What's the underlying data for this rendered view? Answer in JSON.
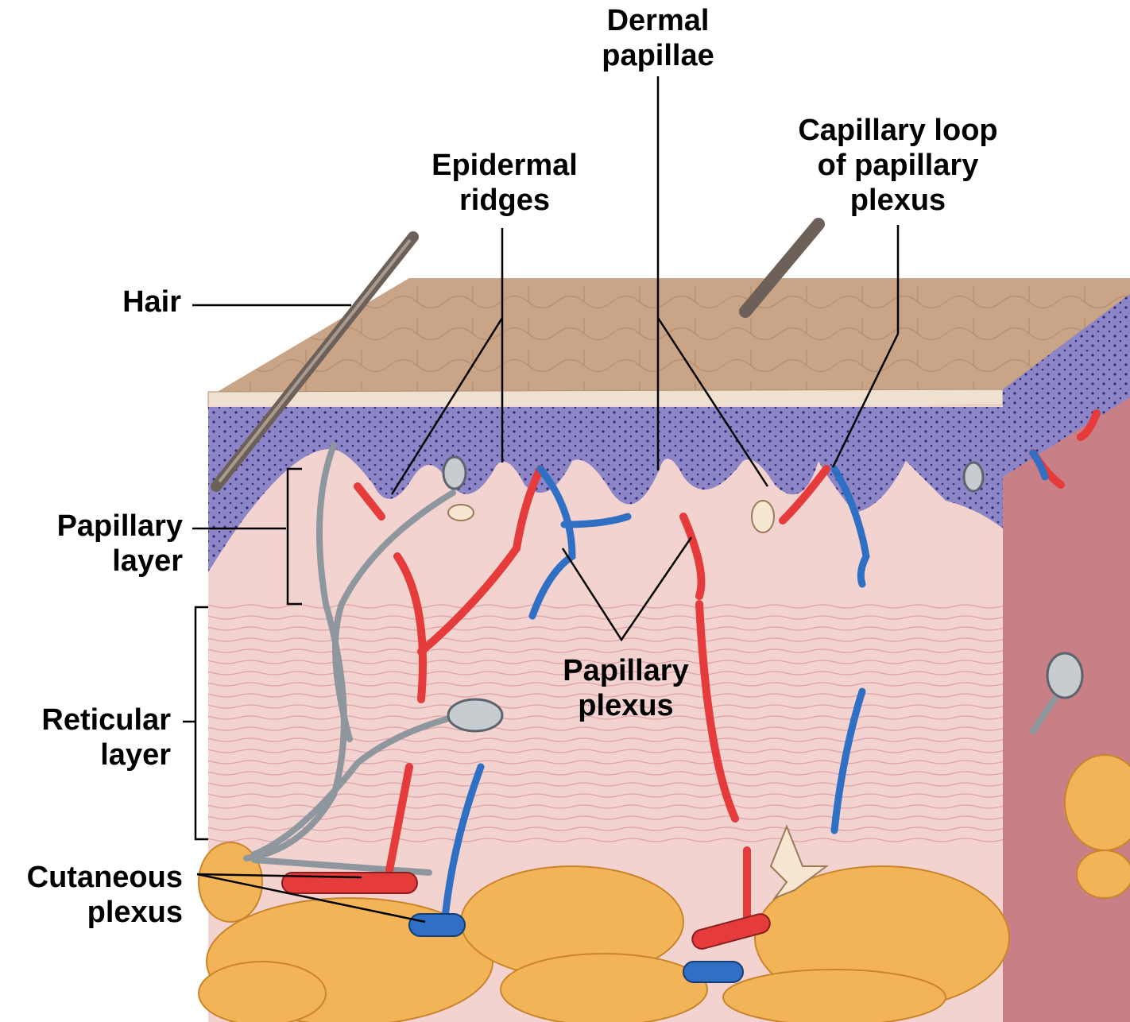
{
  "colors": {
    "skin_surface": "#c9a486",
    "epidermis": "#8d86c6",
    "dermis": "#f3d3cf",
    "side_face": "#c97f86",
    "artery": "#e53b3b",
    "vein": "#2f6fc4",
    "nerve": "#8f979e",
    "fat": "#f2b456",
    "hair": "#6d6058"
  },
  "labels": {
    "dermal_papillae": [
      "Dermal",
      "papillae"
    ],
    "epidermal_ridges": [
      "Epidermal",
      "ridges"
    ],
    "capillary_loop": [
      "Capillary loop",
      "of papillary",
      "plexus"
    ],
    "hair": [
      "Hair"
    ],
    "papillary_layer": [
      "Papillary",
      "layer"
    ],
    "reticular_layer": [
      "Reticular",
      "layer"
    ],
    "papillary_plexus": [
      "Papillary",
      "plexus"
    ],
    "cutaneous_plexus": [
      "Cutaneous",
      "plexus"
    ]
  }
}
